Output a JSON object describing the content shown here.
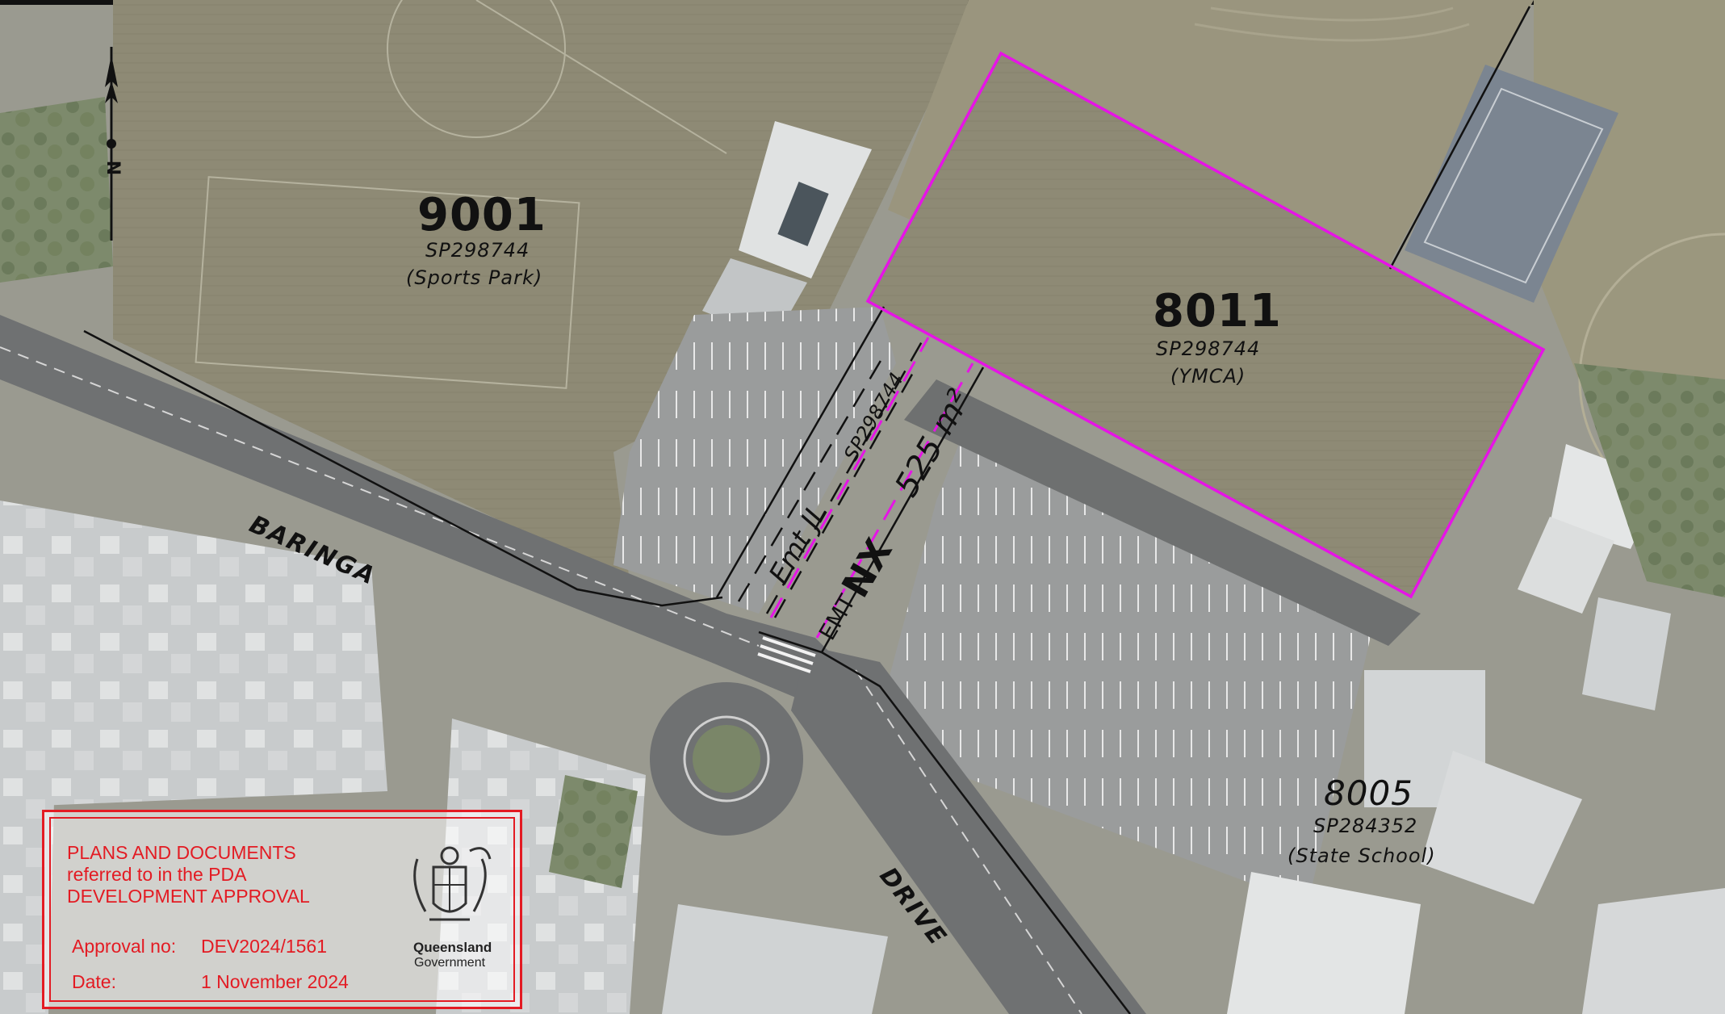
{
  "lots": [
    {
      "number": "9001",
      "plan": "SP298744",
      "use": "(Sports Park)"
    },
    {
      "number": "8011",
      "plan": "SP298744",
      "use": "(YMCA)"
    },
    {
      "number": "8005",
      "plan": "SP284352",
      "use": "(State School)"
    }
  ],
  "roads": {
    "baringa": "BARINGA",
    "drive": "DRIVE"
  },
  "easements": {
    "jl_label": "Emt JL",
    "jl_plan": "SP298744",
    "nx_prefix": "EMT",
    "nx_code": "NX",
    "nx_area": "525 m²"
  },
  "stamp": {
    "line1": "PLANS AND DOCUMENTS",
    "line2": "referred to in the PDA",
    "line3": "DEVELOPMENT APPROVAL",
    "approval_label": "Approval no:",
    "approval_value": "DEV2024/1561",
    "date_label": "Date:",
    "date_value": "1 November 2024"
  },
  "government": {
    "name": "Queensland",
    "sub": "Government"
  },
  "colors": {
    "lot_boundary": "#e614e6",
    "stamp_red": "#e31b23",
    "cadastre": "#111111"
  },
  "icons": {
    "north_arrow": "north-arrow-icon",
    "crest": "queensland-crest-icon"
  }
}
